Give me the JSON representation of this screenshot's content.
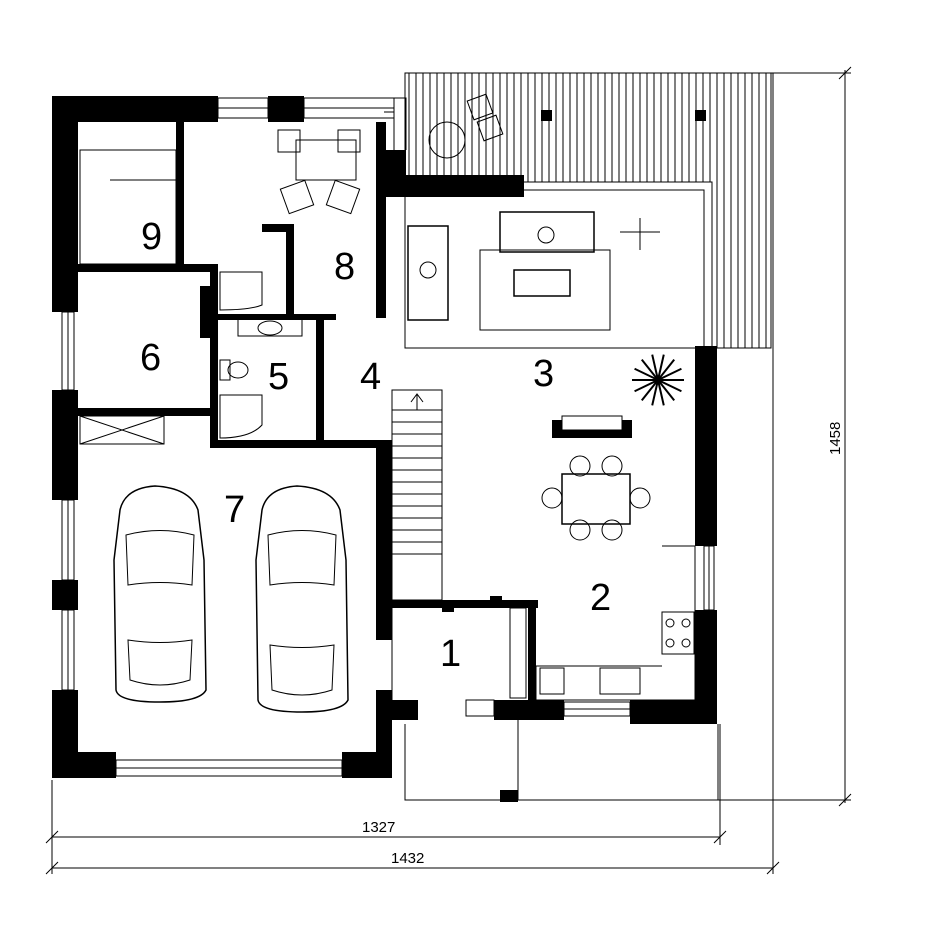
{
  "rooms": [
    {
      "id": "1",
      "label": "1"
    },
    {
      "id": "2",
      "label": "2"
    },
    {
      "id": "3",
      "label": "3"
    },
    {
      "id": "4",
      "label": "4"
    },
    {
      "id": "5",
      "label": "5"
    },
    {
      "id": "6",
      "label": "6"
    },
    {
      "id": "7",
      "label": "7"
    },
    {
      "id": "8",
      "label": "8"
    },
    {
      "id": "9",
      "label": "9"
    }
  ],
  "dimensions": {
    "inner_width": "1327",
    "outer_width": "1432",
    "height": "1458"
  }
}
